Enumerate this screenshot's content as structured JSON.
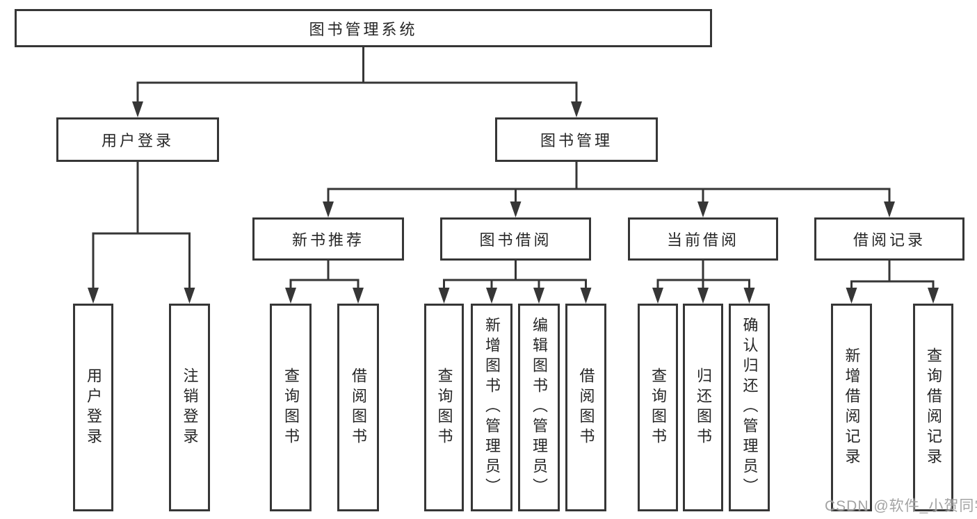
{
  "diagram_title": "图书管理系统",
  "nodes": {
    "root": "图书管理系统",
    "user_login": "用户登录",
    "book_mgmt": "图书管理",
    "new_books": "新书推荐",
    "book_borrow": "图书借阅",
    "current_borrow": "当前借阅",
    "borrow_records": "借阅记录",
    "leaf_user_login": "用户登录",
    "leaf_logout": "注销登录",
    "leaf_query_books_nb": "查询图书",
    "leaf_borrow_books_nb": "借阅图书",
    "leaf_query_books_bb": "查询图书",
    "leaf_add_books": "新增图书（管理员）",
    "leaf_edit_books": "编辑图书（管理员）",
    "leaf_borrow_books_bb": "借阅图书",
    "leaf_query_books_cb": "查询图书",
    "leaf_return_books": "归还图书",
    "leaf_confirm_return": "确认归还（管理员）",
    "leaf_add_record": "新增借阅记录",
    "leaf_query_record": "查询借阅记录"
  },
  "hierarchy": {
    "图书管理系统": {
      "用户登录": [
        "用户登录",
        "注销登录"
      ],
      "图书管理": {
        "新书推荐": [
          "查询图书",
          "借阅图书"
        ],
        "图书借阅": [
          "查询图书",
          "新增图书（管理员）",
          "编辑图书（管理员）",
          "借阅图书"
        ],
        "当前借阅": [
          "查询图书",
          "归还图书",
          "确认归还（管理员）"
        ],
        "借阅记录": [
          "新增借阅记录",
          "查询借阅记录"
        ]
      }
    }
  },
  "watermark": "CSDN @软件_小贺同学",
  "colors": {
    "line": "#363636",
    "box_border": "#363636",
    "text": "#262626",
    "watermark": "#9b9b9b",
    "background": "#ffffff"
  }
}
